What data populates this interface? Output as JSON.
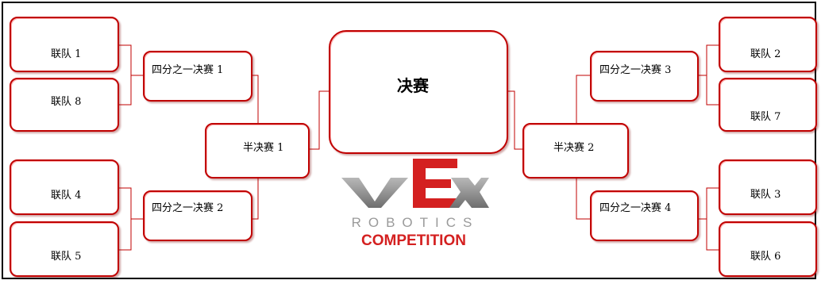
{
  "bracket": {
    "teams": {
      "t1": "联队 1",
      "t8": "联队 8",
      "t4": "联队 4",
      "t5": "联队 5",
      "t2": "联队 2",
      "t7": "联队 7",
      "t3": "联队 3",
      "t6": "联队 6"
    },
    "quarterfinals": {
      "qf1": "四分之一决赛 1",
      "qf2": "四分之一决赛 2",
      "qf3": "四分之一决赛 3",
      "qf4": "四分之一决赛 4"
    },
    "semifinals": {
      "sf1": "半决赛 1",
      "sf2": "半决赛 2"
    },
    "final": "决赛"
  },
  "logo": {
    "line1": "ROBOTICS",
    "line2": "COMPETITION"
  },
  "colors": {
    "box_border": "#c00000",
    "connector": "#c00000",
    "logo_grey": "#8a8a8a",
    "logo_red": "#d42020"
  }
}
